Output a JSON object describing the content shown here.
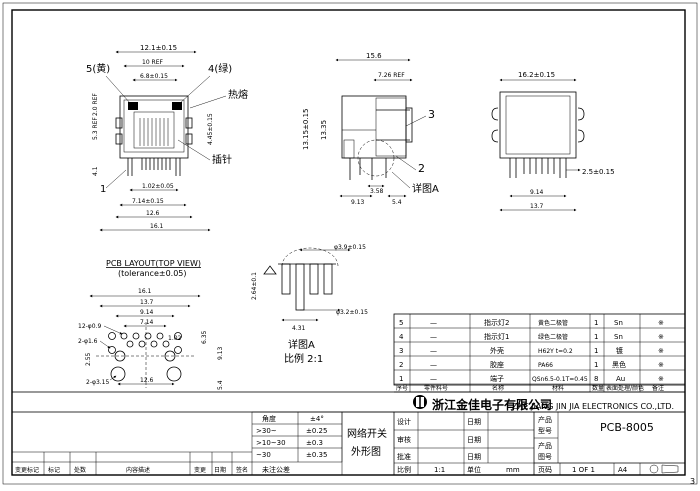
{
  "sheet_index": "3",
  "front_view": {
    "dims": {
      "w_top": "12.1±0.15",
      "w_ref": "10 REF",
      "w_led": "6.8±0.15",
      "h_20": "2.0 REF",
      "h_53": "5.3 REF",
      "h_side": "4.45±0.15",
      "h_41": "4.1",
      "pin_pitch": "1.02±0.05",
      "w_714": "7.14±0.15",
      "w_126": "12.6",
      "w_161": "16.1"
    },
    "callouts": {
      "led_yellow": "5(黄)",
      "led_green": "4(绿)",
      "hot_melt": "热熔",
      "pin": "插针",
      "housing": "1"
    }
  },
  "side_view": {
    "dims": {
      "w_156": "15.6",
      "ref_726": "7.26 REF",
      "h_1315": "13.15±0.15",
      "h_1335": "13.35",
      "w_913": "9.13",
      "w_358": "3.58",
      "w_54": "5.4"
    },
    "callouts": {
      "shield": "3",
      "item2": "2",
      "detail": "详图A"
    }
  },
  "rear_view": {
    "dims": {
      "w_162": "16.2±0.15",
      "w_25": "2.5±0.15",
      "w_914": "9.14",
      "w_137": "13.7"
    }
  },
  "pcb_layout": {
    "title": "PCB LAYOUT(TOP VIEW)",
    "tolerance": "(tolerance±0.05)",
    "dims": {
      "w_161": "16.1",
      "w_137": "13.7",
      "w_914": "9.14",
      "w_714": "7.14",
      "d_09": "12-φ0.9",
      "d_16": "2-φ1.6",
      "d_315": "2-φ3.15",
      "p_102": "1.02",
      "h_635": "6.35",
      "h_913": "9.13",
      "h_255": "2.55",
      "h_54": "5.4",
      "w_126": "12.6"
    }
  },
  "detail_a": {
    "title": "详图A",
    "scale": "比例 2:1",
    "dims": {
      "d_39": "φ3.9±0.15",
      "h_264": "2.64±0.1",
      "w_431": "4.31",
      "d_32": "φ3.2±0.15"
    }
  },
  "bom": {
    "rows": [
      {
        "no": "5",
        "part": "—",
        "name": "指示灯2",
        "mat": "黄色二极管",
        "qty": "1",
        "finish": "Sn",
        "note": "※"
      },
      {
        "no": "4",
        "part": "—",
        "name": "指示灯1",
        "mat": "绿色二极管",
        "qty": "1",
        "finish": "Sn",
        "note": "※"
      },
      {
        "no": "3",
        "part": "—",
        "name": "外壳",
        "mat": "H62Y t=0.2",
        "qty": "1",
        "finish": "镀",
        "note": "※"
      },
      {
        "no": "2",
        "part": "—",
        "name": "胶座",
        "mat": "PA66",
        "qty": "1",
        "finish": "黑色",
        "note": "※"
      },
      {
        "no": "1",
        "part": "—",
        "name": "端子",
        "mat": "QSn6.5-0.1T=0.45",
        "qty": "8",
        "finish": "Au",
        "note": "※"
      }
    ],
    "headers": {
      "no": "序号",
      "part": "零件料号",
      "name": "名称",
      "mat": "材料",
      "qty": "数量",
      "finish": "表面处理/颜色",
      "note": "备注"
    }
  },
  "company": {
    "name_cn": "浙江金佳电子有限公司",
    "name_en": "ZHE JIANG JIN JIA ELECTRONICS CO.,LTD."
  },
  "tolerance_table": {
    "h1": "角度",
    "h2": "±4°",
    "rows": [
      {
        "range": ">30~",
        "val": "±0.25"
      },
      {
        "range": ">10~30",
        "val": "±0.3"
      },
      {
        "range": "~30",
        "val": "±0.35"
      }
    ],
    "footer": "未注公差"
  },
  "title_block": {
    "product_title_1": "网络开关",
    "product_title_2": "外形图",
    "design": "设计",
    "check": "审核",
    "approve": "批准",
    "date": "日期",
    "product": "产品",
    "model_label": "型号",
    "model_value": "PCB-8005",
    "drawing_no": "图号",
    "scale_label": "比例",
    "scale_value": "1:1",
    "unit_label": "单位",
    "unit_value": "mm",
    "page_label": "页码",
    "page_value": "1 OF 1",
    "size_value": "A4"
  },
  "revision": {
    "mark": "变更标记",
    "area": "标记",
    "count": "处数",
    "content": "内容描述",
    "change": "变更",
    "date": "日期",
    "sign": "签名"
  }
}
